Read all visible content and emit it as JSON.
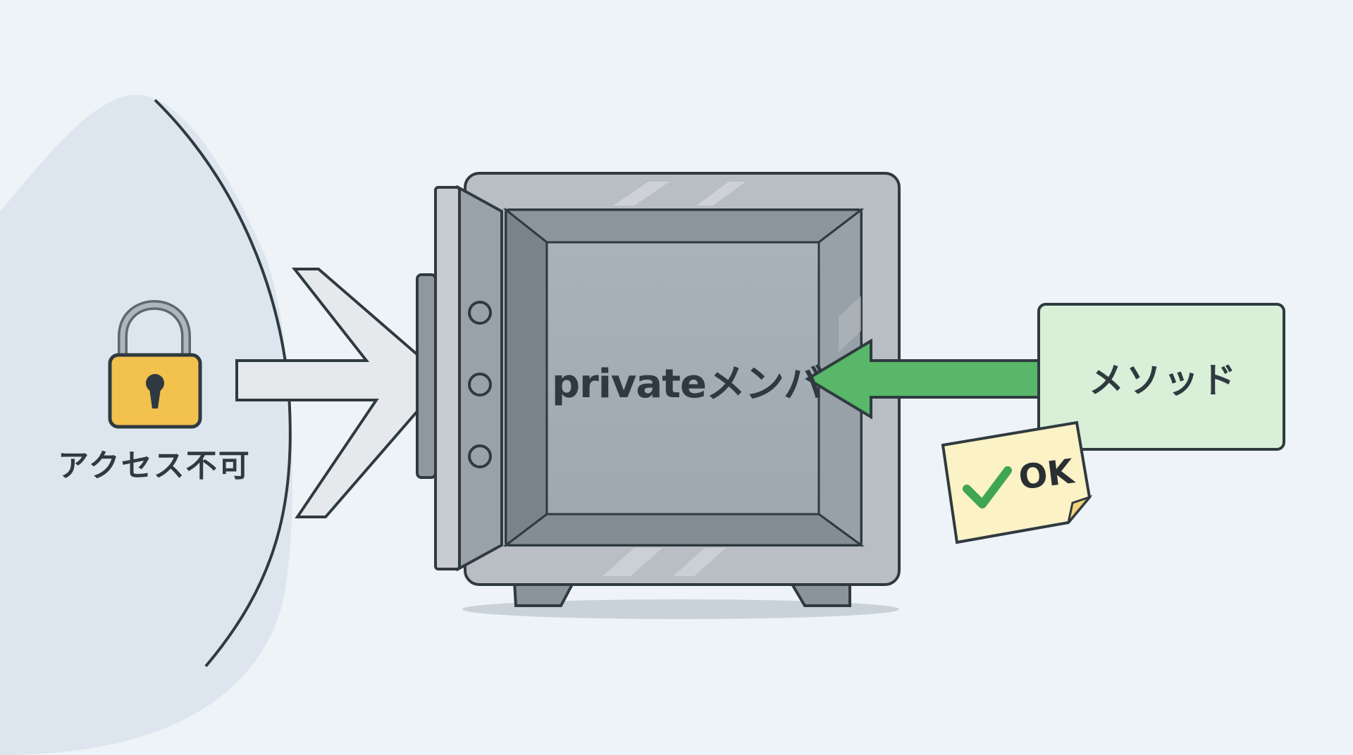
{
  "labels": {
    "no_access": "アクセス不可",
    "private_member": "privateメンバ",
    "method": "メソッド",
    "ok": "OK"
  },
  "icons": {
    "lock": "padlock-icon",
    "check": "checkmark-icon",
    "safe": "safe-icon"
  },
  "colors": {
    "background": "#edf3f7",
    "outside_zone": "#dde6ee",
    "safe_body": "#b8bec4",
    "safe_inner": "#a8b1b9",
    "lock": "#f2c14e",
    "method_box": "#d9efd8",
    "access_arrow": "#58b768",
    "blocked_arrow": "#e3e6e8",
    "note": "#fbf2c5",
    "check": "#3fa653",
    "outline": "#2f3a40"
  }
}
